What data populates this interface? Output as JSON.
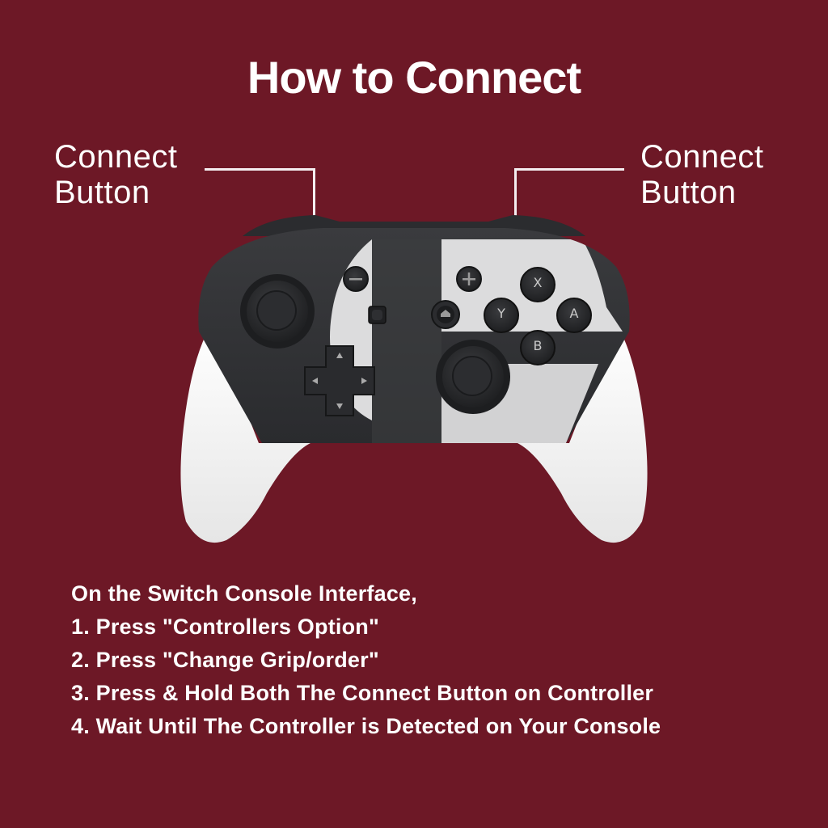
{
  "title": "How to Connect",
  "callouts": {
    "left": {
      "line1": "Connect",
      "line2": "Button"
    },
    "right": {
      "line1": "Connect",
      "line2": "Button"
    }
  },
  "controller": {
    "face_buttons": {
      "x": "X",
      "y": "Y",
      "a": "A",
      "b": "B"
    },
    "minus_icon": "minus-icon",
    "plus_icon": "plus-icon",
    "home_icon": "home-icon",
    "capture_icon": "capture-icon",
    "colors": {
      "body": "#2f3033",
      "grip": "#f2f2f2",
      "emblem": "#d9d9da",
      "button": "#2a2b2e"
    }
  },
  "instructions": {
    "intro": "On the Switch Console Interface,",
    "steps": [
      "1. Press \"Controllers Option\"",
      "2. Press \"Change Grip/order\"",
      "3. Press & Hold Both The Connect Button on Controller",
      "4. Wait Until The Controller is Detected on Your Console"
    ]
  },
  "colors": {
    "background": "#6d1826",
    "text": "#ffffff"
  }
}
